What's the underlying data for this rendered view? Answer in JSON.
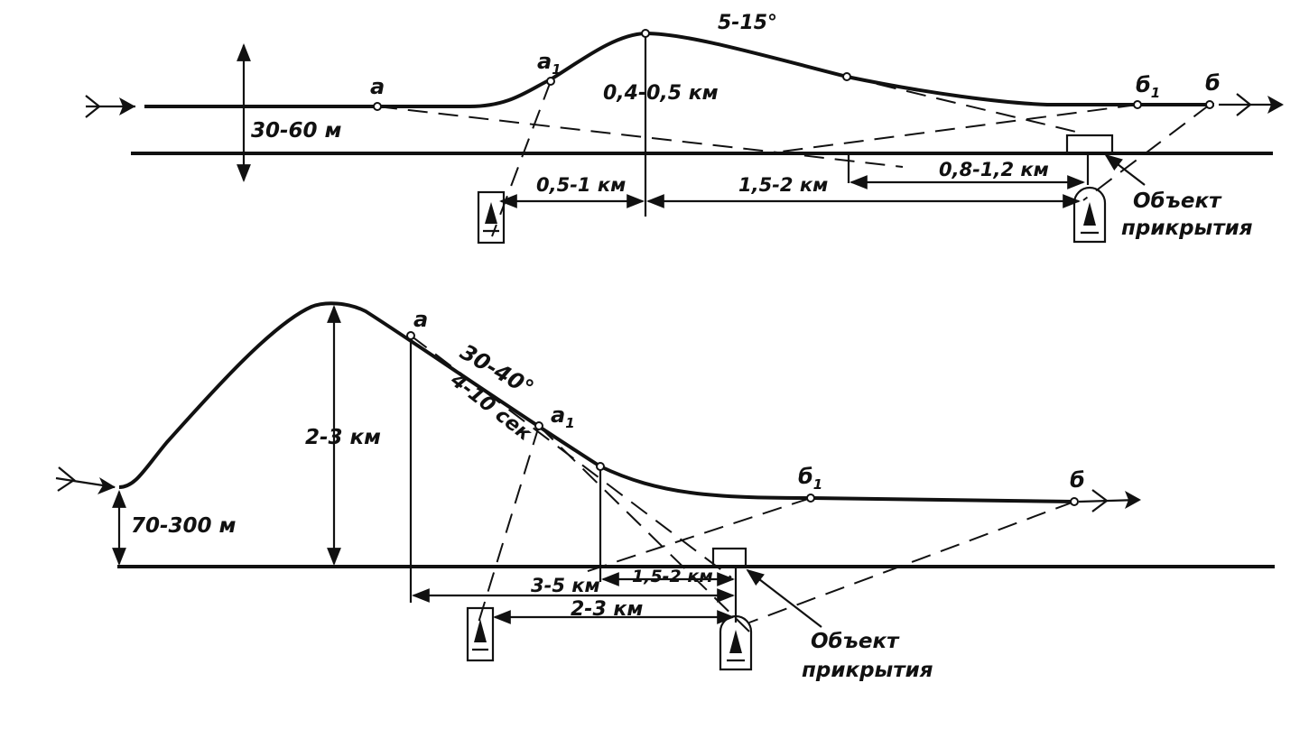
{
  "colors": {
    "ink": "#111111",
    "paper": "#ffffff"
  },
  "top": {
    "angle": "5-15°",
    "height_low": "30-60 м",
    "height_dive": "0,4-0,5 км",
    "dist_left": "0,5-1 км",
    "dist_mid": "1,5-2 км",
    "dist_right": "0,8-1,2 км",
    "point_a": "а",
    "point_a1": "а",
    "point_a1_sub": "1",
    "point_b1": "б",
    "point_b1_sub": "1",
    "point_b": "б",
    "object_line1": "Объект",
    "object_line2": "прикрытия",
    "icons": [
      "arrow-in-icon",
      "arrow-out-icon",
      "aa-gun-square-icon",
      "aa-gun-arched-icon",
      "target-object-icon"
    ]
  },
  "bottom": {
    "angle": "30-40°",
    "time": "4-10 сек",
    "height_low": "70-300 м",
    "height_climb": "2-3 км",
    "dist_a": "3-5 км",
    "dist_b": "1,5-2 км",
    "dist_c": "2-3 км",
    "point_a": "а",
    "point_a1": "а",
    "point_a1_sub": "1",
    "point_b1": "б",
    "point_b1_sub": "1",
    "point_b": "б",
    "object_line1": "Объект",
    "object_line2": "прикрытия",
    "icons": [
      "arrow-in-icon",
      "arrow-out-icon",
      "aa-gun-square-icon",
      "aa-gun-arched-icon",
      "target-object-icon"
    ]
  }
}
